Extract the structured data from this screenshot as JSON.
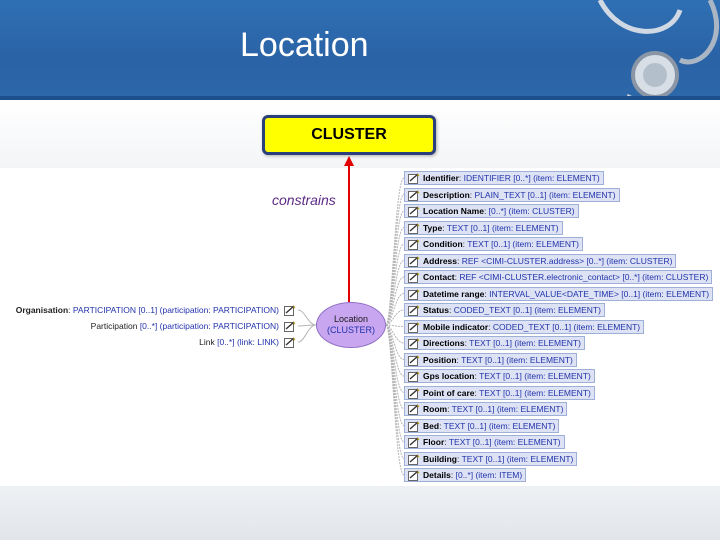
{
  "slide": {
    "title": "Location",
    "cluster_label": "CLUSTER",
    "relation_label": "constrains",
    "center_node": {
      "name": "Location",
      "type": "(CLUSTER)"
    }
  },
  "left_nodes": [
    {
      "name": "Organisation",
      "bold": true,
      "type": "PARTICIPATION [0..1] (participation: PARTICIPATION)"
    },
    {
      "name": "Participation",
      "bold": false,
      "type": "[0..*] (participation: PARTICIPATION)"
    },
    {
      "name": "Link",
      "bold": false,
      "type": "[0..*] (link: LINK)"
    }
  ],
  "right_nodes": [
    {
      "name": "Identifier",
      "type": "IDENTIFIER [0..*] (item: ELEMENT)"
    },
    {
      "name": "Description",
      "type": "PLAIN_TEXT [0..1] (item: ELEMENT)"
    },
    {
      "name": "Location Name",
      "type": "[0..*] (item: CLUSTER)"
    },
    {
      "name": "Type",
      "type": "TEXT [0..1] (item: ELEMENT)"
    },
    {
      "name": "Condition",
      "type": "TEXT [0..1] (item: ELEMENT)"
    },
    {
      "name": "Address",
      "type": "REF <CIMI-CLUSTER.address> [0..*] (item: CLUSTER)"
    },
    {
      "name": "Contact",
      "type": "REF <CIMI-CLUSTER.electronic_contact> [0..*] (item: CLUSTER)"
    },
    {
      "name": "Datetime range",
      "type": "INTERVAL_VALUE<DATE_TIME> [0..1] (item: ELEMENT)"
    },
    {
      "name": "Status",
      "type": "CODED_TEXT [0..1] (item: ELEMENT)"
    },
    {
      "name": "Mobile indicator",
      "type": "CODED_TEXT [0..1] (item: ELEMENT)"
    },
    {
      "name": "Directions",
      "type": "TEXT [0..1] (item: ELEMENT)"
    },
    {
      "name": "Position",
      "type": "TEXT [0..1] (item: ELEMENT)"
    },
    {
      "name": "Gps location",
      "type": "TEXT [0..1] (item: ELEMENT)"
    },
    {
      "name": "Point of care",
      "type": "TEXT [0..1] (item: ELEMENT)"
    },
    {
      "name": "Room",
      "type": "TEXT [0..1] (item: ELEMENT)"
    },
    {
      "name": "Bed",
      "type": "TEXT [0..1] (item: ELEMENT)"
    },
    {
      "name": "Floor",
      "type": "TEXT [0..1] (item: ELEMENT)"
    },
    {
      "name": "Building",
      "type": "TEXT [0..1] (item: ELEMENT)"
    },
    {
      "name": "Details",
      "type": "[0..*] (item: ITEM)"
    }
  ],
  "colors": {
    "header": "#2f6fb3",
    "cluster_fill": "#ffff00",
    "cluster_border": "#2b3f7a",
    "arrow": "#e00000",
    "node_fill": "#dde3f5",
    "center_fill": "#c9a6f0",
    "type_text": "#2233aa"
  }
}
